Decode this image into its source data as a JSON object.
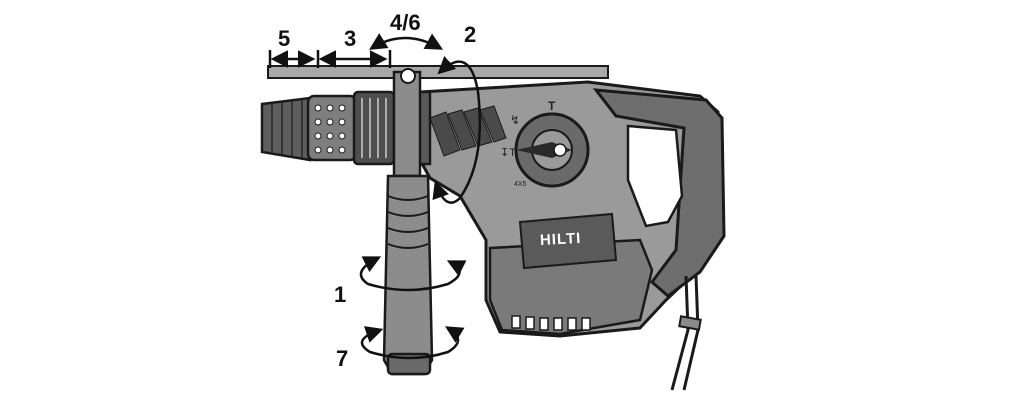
{
  "callouts": {
    "c5": "5",
    "c3": "3",
    "c46": "4/6",
    "c2": "2",
    "c1": "1",
    "c7": "7"
  },
  "tool": {
    "brand": "HILTI",
    "mode_hammer_symbol": "T",
    "mode_drill_symbol": "↯",
    "mode_lock_symbol": "↧T",
    "small_label": "4X5"
  },
  "colors": {
    "body": "#9a9a9a",
    "body_dark": "#6e6e6e",
    "outline": "#1a1a1a",
    "chuck": "#5e5e5e",
    "handle": "#8c8c8c"
  }
}
